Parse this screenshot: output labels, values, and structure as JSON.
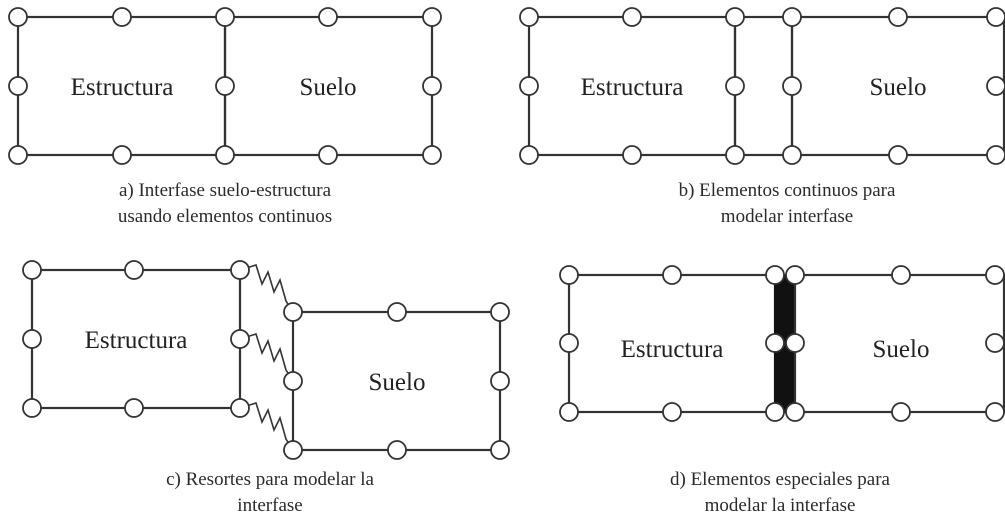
{
  "panels": {
    "a": {
      "labels": {
        "left": "Estructura",
        "right": "Suelo"
      },
      "caption": [
        "a) Interfase suelo-estructura",
        "usando elementos continuos"
      ]
    },
    "b": {
      "labels": {
        "left": "Estructura",
        "right": "Suelo"
      },
      "caption": [
        "b) Elementos continuos para",
        "modelar interfase"
      ]
    },
    "c": {
      "labels": {
        "left": "Estructura",
        "right": "Suelo"
      },
      "caption": [
        "c) Resortes para modelar la",
        "interfase"
      ]
    },
    "d": {
      "labels": {
        "left": "Estructura",
        "right": "Suelo"
      },
      "caption": [
        "d) Elementos especiales para",
        "modelar la interfase"
      ]
    }
  },
  "colors": {
    "line": "#333333",
    "node_fill": "#ffffff",
    "interface_fill": "#111111"
  }
}
